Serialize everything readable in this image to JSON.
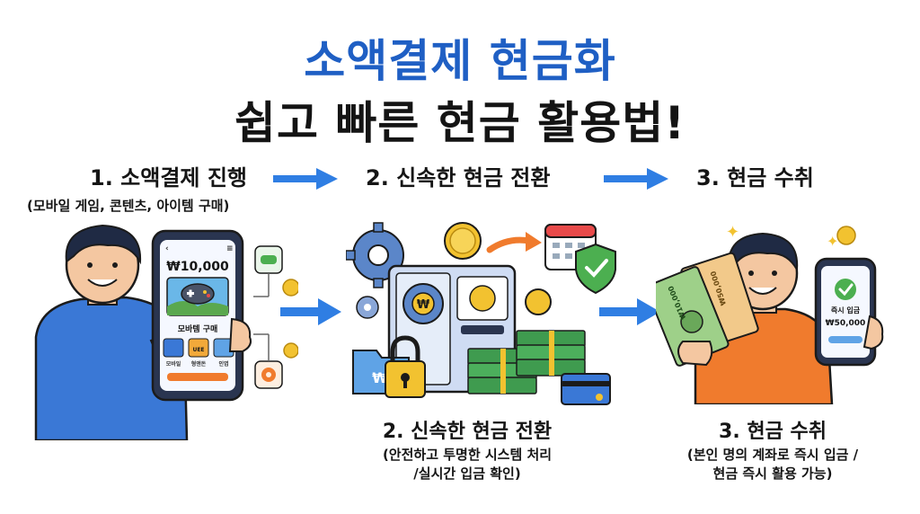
{
  "title": {
    "line1": "소액결제 현금화",
    "line2": "쉽고 빠른 현금 활용법!"
  },
  "steps": [
    {
      "heading": "1. 소액결제 진행",
      "subheading": "(모바일 게임, 콘텐츠, 아이템 구매)"
    },
    {
      "heading": "2. 신속한 현금 전환"
    },
    {
      "heading": "3. 현금 수취"
    }
  ],
  "captions": [
    {
      "heading": "2. 신속한 현금 전환",
      "line1": "(안전하고 투명한 시스템 처리",
      "line2": "/실시간 입금 확인)"
    },
    {
      "heading": "3. 현금 수취",
      "line1": "(본인 명의 계좌로 즉시 입금 /",
      "line2": "현금 즉시 활용 가능)"
    }
  ],
  "phone1": {
    "amount": "₩10,000",
    "item_label": "모바템 구매",
    "icons": [
      "모바일",
      "형앤돈",
      "인엽"
    ],
    "badge": "UEE"
  },
  "cash_machine": {
    "coin_symbol": "₩",
    "money_symbol": "₩"
  },
  "phone2": {
    "deposit_label": "즉시 입금",
    "deposit_amount": "₩50,000"
  },
  "banknotes": {
    "front": "₩10,000",
    "back": "₩50,000"
  },
  "colors": {
    "title_blue": "#1f5fc4",
    "arrow_blue": "#2f7ee3",
    "shirt_blue": "#3a78d6",
    "shirt_orange": "#f07b2d",
    "coin_gold": "#f2c230",
    "money_green": "#3f9b4f"
  }
}
